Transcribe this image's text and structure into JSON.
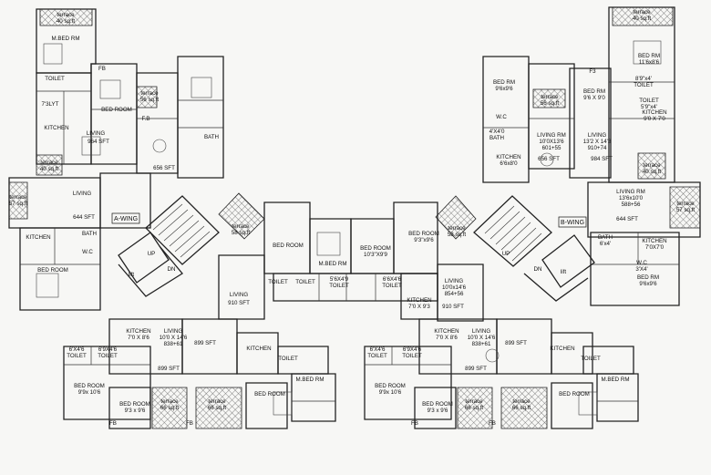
{
  "wings": {
    "a": "A-WING",
    "b": "B-WING"
  },
  "labels": [
    "terrace\n40 sq.ft",
    "M.BED RM",
    "FB",
    "TOILET",
    "7'3LYT",
    "BED ROOM",
    "terrace\n56 sq.ft",
    "F.B",
    "KITCHEN",
    "LIVING",
    "964 SFT",
    "BATH",
    "656 SFT",
    "terrace\n40 sq.ft",
    "terrace\n57 sq.ft",
    "LIVING",
    "644 SFT",
    "KITCHEN",
    "BATH",
    "W.C",
    "BED ROOM",
    "UP",
    "DN",
    "lift",
    "terrace\n58 sq.ft",
    "BED ROOM",
    "M.BED RM",
    "BED ROOM\n10'3\"X9'9",
    "BED ROOM\n9'3\"x9'6",
    "terrace\n58 sq.ft",
    "LIVING",
    "910 SFT",
    "TOILET",
    "TOILET",
    "5'6X4'9\nTOILET",
    "6'6X4'6\nTOILET",
    "KITCHEN\n7'0 X 9'3",
    "LIVING\n10'0x14'6\n854+56",
    "910 SFT",
    "KITCHEN\n7'0 X 8'6",
    "LIVING\n10'0 X 14'6\n838+61",
    "899 SFT",
    "899 SFT",
    "6'X4'6\nTOILET",
    "6'9X4'6\nTOILET",
    "BED ROOM\n9'9x 10'6",
    "BED ROOM\n9'3 x 9'6",
    "terrace\n66 sq.ft",
    "terrace\n66 sq.ft",
    "BED ROOM",
    "M.BED RM",
    "KITCHEN",
    "TOILET",
    "FB",
    "FB",
    "KITCHEN\n7'0 X 8'6",
    "LIVING\n10'0 X 14'6\n838+61",
    "899 SFT",
    "899 SFT",
    "6'X4'6\nTOILET",
    "6'9X4'6\nTOILET",
    "BED ROOM\n9'9x 10'6",
    "BED ROOM\n9'3 x 9'6",
    "terrace\n66 sq.ft",
    "terrace\n66 sq.ft",
    "BED ROOM",
    "M.BED RM",
    "KITCHEN",
    "TOILET",
    "FB",
    "FB",
    "terrace\n40 sq.ft",
    "BED RM\n11'6x8'6",
    "F3",
    "BED RM\n9'6x9'6",
    "terrace\n56 sq.ft",
    "BED RM\n9'6 X 9'0",
    "8'9\"x4'\nTOILET",
    "TOILET\n5'9\"x4'",
    "W.C",
    "4'X4'0\nBATH",
    "LIVING RM\n10'0X13'6\n601+55",
    "656 SFT",
    "LIVING\n13'2 X 14'3\n910+74",
    "984 SFT",
    "KITCHEN\n9'0 X 7'0",
    "KITCHEN\n6'6x8'0",
    "terrace\n40 sq.ft",
    "LIVING RM\n13'6x10'0\n588+56",
    "644 SFT",
    "terrace\n57 sq.ft",
    "KITCHEN\n7'0X7'0",
    "BATH\n6'x4'",
    "W.C\n3'X4'",
    "BED RM\n9'6x9'6",
    "UP",
    "DN",
    "lift"
  ]
}
